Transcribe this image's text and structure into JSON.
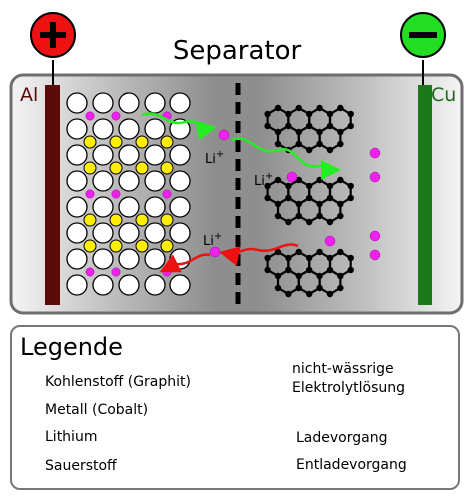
{
  "diagram": {
    "title": "Separator",
    "anode_label": "Al",
    "cathode_label": "Cu",
    "plus_icon": "plus-terminal-icon",
    "minus_icon": "minus-terminal-icon",
    "ion_labels": [
      "Li",
      "Li",
      "Li"
    ],
    "ion_charge": "+"
  },
  "legend": {
    "title": "Legende",
    "items": [
      {
        "label": "Kohlenstoff (Graphit)",
        "icon": "black-dot"
      },
      {
        "label": "Metall (Cobalt)",
        "icon": "yellow-circle"
      },
      {
        "label": "Lithium",
        "icon": "magenta-dot"
      },
      {
        "label": "Sauerstoff",
        "icon": "white-circle"
      }
    ],
    "electrolyte_line1": "nicht-wässrige",
    "electrolyte_line2": "Elektrolytlösung",
    "charge_label": "Ladevorgang",
    "discharge_label": "Entladevorgang"
  },
  "colors": {
    "plus": "#ee1111",
    "minus": "#22dd22",
    "aluminium": "#5c0b0b",
    "copper": "#1a7a1a",
    "cobalt": "#ffee00",
    "lithium": "#ee22ee",
    "charge_arrow": "#22ee22",
    "discharge_arrow": "#ee1111"
  }
}
